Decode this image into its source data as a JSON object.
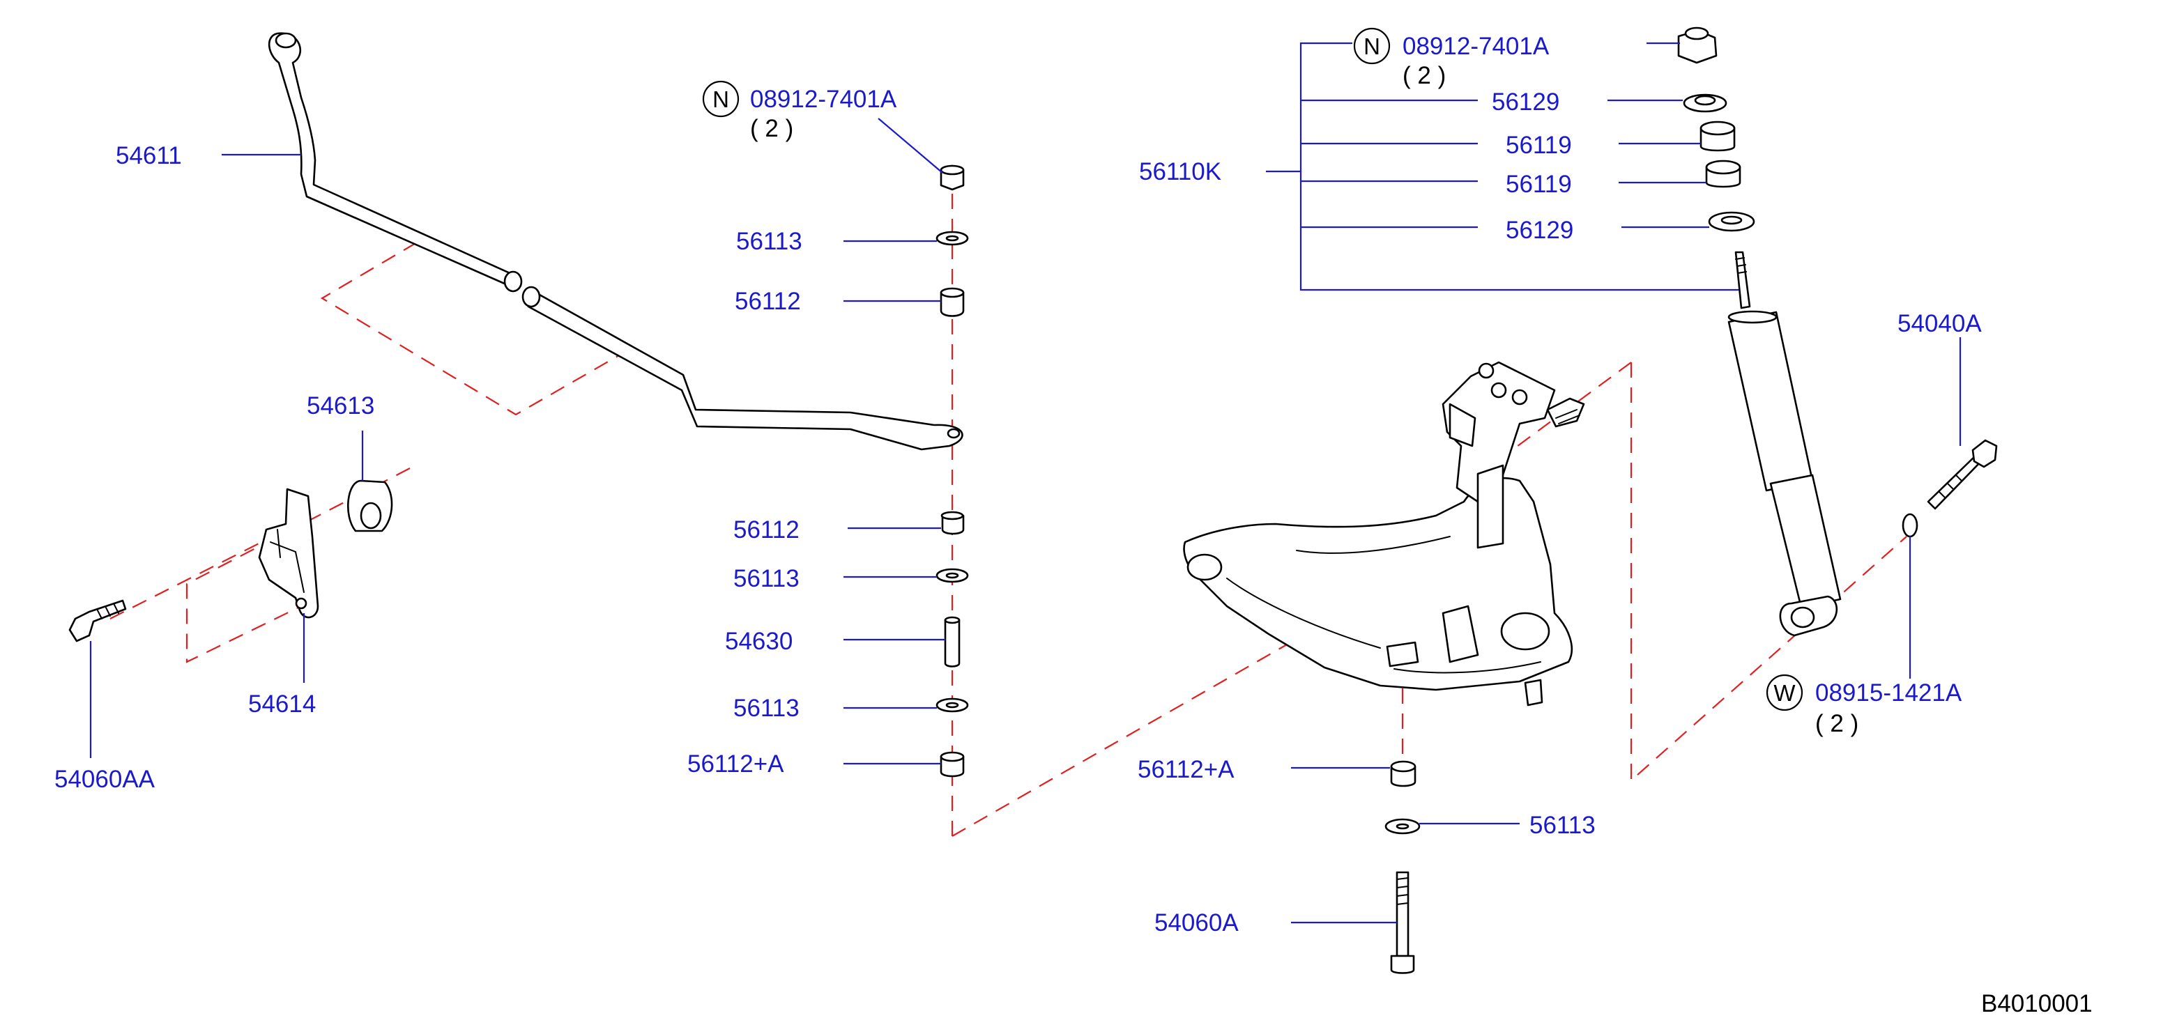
{
  "diagram": {
    "code": "B4010001",
    "labels": [
      {
        "id": "54611",
        "text": "54611"
      },
      {
        "id": "n-stab",
        "text": "08912-7401A",
        "badge": "N",
        "qty": "( 2 )"
      },
      {
        "id": "56113-a",
        "text": "56113"
      },
      {
        "id": "56112-a",
        "text": "56112"
      },
      {
        "id": "54613",
        "text": "54613"
      },
      {
        "id": "56112-b",
        "text": "56112"
      },
      {
        "id": "56113-b",
        "text": "56113"
      },
      {
        "id": "54630",
        "text": "54630"
      },
      {
        "id": "56113-c",
        "text": "56113"
      },
      {
        "id": "56112a-left",
        "text": "56112+A"
      },
      {
        "id": "54614",
        "text": "54614"
      },
      {
        "id": "54060AA",
        "text": "54060AA"
      },
      {
        "id": "56110K",
        "text": "56110K"
      },
      {
        "id": "n-shock",
        "text": "08912-7401A",
        "badge": "N",
        "qty": "( 2 )"
      },
      {
        "id": "56129-a",
        "text": "56129"
      },
      {
        "id": "56119-a",
        "text": "56119"
      },
      {
        "id": "56119-b",
        "text": "56119"
      },
      {
        "id": "56129-b",
        "text": "56129"
      },
      {
        "id": "54040A",
        "text": "54040A"
      },
      {
        "id": "w-washer",
        "text": "08915-1421A",
        "badge": "W",
        "qty": "( 2 )"
      },
      {
        "id": "56112a-right",
        "text": "56112+A"
      },
      {
        "id": "56113-d",
        "text": "56113"
      },
      {
        "id": "54060A",
        "text": "54060A"
      }
    ],
    "colors": {
      "label": "#1a1acc",
      "phantom": "#e02020",
      "line": "#000000"
    }
  }
}
